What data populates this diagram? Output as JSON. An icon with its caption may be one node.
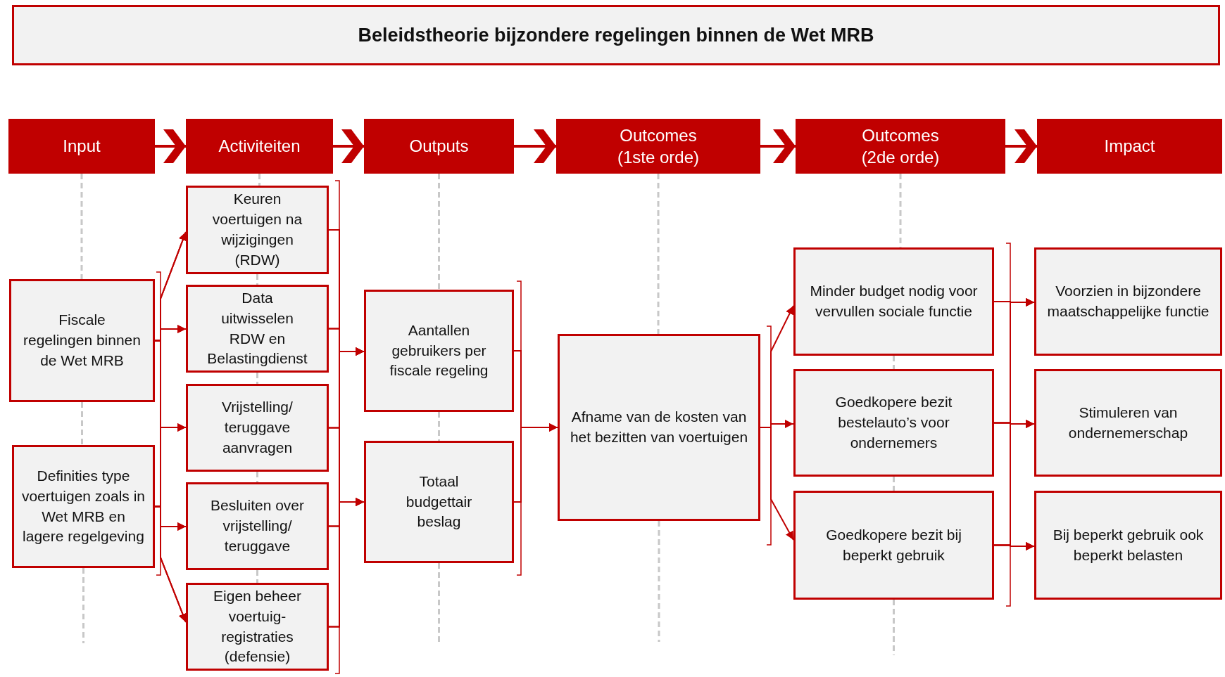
{
  "diagram": {
    "title": "Beleidstheorie bijzondere regelingen binnen de Wet MRB",
    "nodes": [
      {
        "text": [
          "Input"
        ]
      },
      {
        "text": [
          "Activiteiten"
        ]
      },
      {
        "text": [
          "Outputs"
        ]
      },
      {
        "text": [
          "Outcomes (1ste orde)"
        ]
      },
      {
        "text": [
          "Outcomes (2de orde)"
        ]
      },
      {
        "text": [
          "Impact"
        ]
      },
      {
        "text": [
          "Fiscale regelingen binnen de Wet MRB"
        ]
      },
      {
        "text": [
          "Definities type voertuigen zoals in Wet MRB en lagere regelgeving"
        ]
      },
      {
        "text": [
          "Keuren voertuigen na wijzigingen (RDW)"
        ]
      },
      {
        "text": [
          "Data uitwisselen RDW en Belastingdienst"
        ]
      },
      {
        "text": [
          "Vrijstelling/ teruggave aanvragen"
        ]
      },
      {
        "text": [
          "Besluiten over vrijstelling/ teruggave"
        ]
      },
      {
        "text": [
          "Eigen beheer voertuig-registraties (defensie)"
        ]
      },
      {
        "text": [
          "Aantallen gebruikers per fiscale regeling"
        ]
      },
      {
        "text": [
          "Totaal budgettair beslag"
        ]
      },
      {
        "text": [
          "Afname van de kosten van het bezitten van voertuigen"
        ]
      },
      {
        "text": [
          "Minder budget nodig voor vervullen sociale functie"
        ]
      },
      {
        "text": [
          "Goedkopere bezit bestelauto’s voor ondernemers"
        ]
      },
      {
        "text": [
          "Goedkopere bezit bij beperkt gebruik"
        ]
      },
      {
        "text": [
          "Voorzien in bijzondere maatschappelijke functie"
        ]
      },
      {
        "text": [
          "Stimuleren van ondernemerschap"
        ]
      },
      {
        "text": [
          "Bij beperkt gebruik ook beperkt belasten"
        ]
      }
    ],
    "edges": [
      {
        "from": 0,
        "to": 1,
        "arrow": "to"
      },
      {
        "from": 1,
        "to": 2,
        "arrow": "to"
      },
      {
        "from": 2,
        "to": 3,
        "arrow": "to"
      },
      {
        "from": 3,
        "to": 4,
        "arrow": "to"
      },
      {
        "from": 4,
        "to": 5,
        "arrow": "to"
      },
      {
        "from": 6,
        "to": 8,
        "arrow": "to"
      },
      {
        "from": 6,
        "to": 9,
        "arrow": "to"
      },
      {
        "from": 6,
        "to": 10,
        "arrow": "to"
      },
      {
        "from": 6,
        "to": 11,
        "arrow": "to"
      },
      {
        "from": 6,
        "to": 12,
        "arrow": "to"
      },
      {
        "from": 7,
        "to": 8,
        "arrow": "to"
      },
      {
        "from": 7,
        "to": 9,
        "arrow": "to"
      },
      {
        "from": 7,
        "to": 10,
        "arrow": "to"
      },
      {
        "from": 7,
        "to": 11,
        "arrow": "to"
      },
      {
        "from": 7,
        "to": 12,
        "arrow": "to"
      },
      {
        "from": 8,
        "to": 13,
        "arrow": "to"
      },
      {
        "from": 8,
        "to": 14,
        "arrow": "to"
      },
      {
        "from": 9,
        "to": 13,
        "arrow": "to"
      },
      {
        "from": 9,
        "to": 14,
        "arrow": "to"
      },
      {
        "from": 10,
        "to": 13,
        "arrow": "to"
      },
      {
        "from": 10,
        "to": 14,
        "arrow": "to"
      },
      {
        "from": 11,
        "to": 13,
        "arrow": "to"
      },
      {
        "from": 11,
        "to": 14,
        "arrow": "to"
      },
      {
        "from": 12,
        "to": 13,
        "arrow": "to"
      },
      {
        "from": 12,
        "to": 14,
        "arrow": "to"
      },
      {
        "from": 13,
        "to": 15,
        "arrow": "to"
      },
      {
        "from": 14,
        "to": 15,
        "arrow": "to"
      },
      {
        "from": 15,
        "to": 16,
        "arrow": "to"
      },
      {
        "from": 15,
        "to": 17,
        "arrow": "to"
      },
      {
        "from": 15,
        "to": 18,
        "arrow": "to"
      },
      {
        "from": 16,
        "to": 19,
        "arrow": "to"
      },
      {
        "from": 16,
        "to": 20,
        "arrow": "to"
      },
      {
        "from": 16,
        "to": 21,
        "arrow": "to"
      },
      {
        "from": 17,
        "to": 19,
        "arrow": "to"
      },
      {
        "from": 17,
        "to": 20,
        "arrow": "to"
      },
      {
        "from": 17,
        "to": 21,
        "arrow": "to"
      },
      {
        "from": 18,
        "to": 19,
        "arrow": "to"
      },
      {
        "from": 18,
        "to": 20,
        "arrow": "to"
      },
      {
        "from": 18,
        "to": 21,
        "arrow": "to"
      },
      {
        "from": 0,
        "to": 6,
        "arrow": "none",
        "style": "dashed",
        "color": "#c8c8c8"
      },
      {
        "from": 6,
        "to": 7,
        "arrow": "none",
        "style": "dashed",
        "color": "#c8c8c8"
      },
      {
        "from": 7,
        "to": null,
        "arrow": "none",
        "style": "dashed",
        "color": "#c8c8c8"
      },
      {
        "from": 1,
        "to": 8,
        "arrow": "none",
        "style": "dashed",
        "color": "#c8c8c8"
      },
      {
        "from": 8,
        "to": 9,
        "arrow": "none",
        "style": "dashed",
        "color": "#c8c8c8"
      },
      {
        "from": 9,
        "to": 10,
        "arrow": "none",
        "style": "dashed",
        "color": "#c8c8c8"
      },
      {
        "from": 10,
        "to": 11,
        "arrow": "none",
        "style": "dashed",
        "color": "#c8c8c8"
      },
      {
        "from": 11,
        "to": 12,
        "arrow": "none",
        "style": "dashed",
        "color": "#c8c8c8"
      },
      {
        "from": 2,
        "to": 13,
        "arrow": "none",
        "style": "dashed",
        "color": "#c8c8c8"
      },
      {
        "from": 13,
        "to": 14,
        "arrow": "none",
        "style": "dashed",
        "color": "#c8c8c8"
      },
      {
        "from": 14,
        "to": null,
        "arrow": "none",
        "style": "dashed",
        "color": "#c8c8c8"
      },
      {
        "from": 3,
        "to": 15,
        "arrow": "none",
        "style": "dashed",
        "color": "#c8c8c8"
      },
      {
        "from": 15,
        "to": null,
        "arrow": "none",
        "style": "dashed",
        "color": "#c8c8c8"
      },
      {
        "from": 4,
        "to": 16,
        "arrow": "none",
        "style": "dashed",
        "color": "#c8c8c8"
      },
      {
        "from": 16,
        "to": 17,
        "arrow": "none",
        "style": "dashed",
        "color": "#c8c8c8"
      },
      {
        "from": 17,
        "to": 18,
        "arrow": "none",
        "style": "dashed",
        "color": "#c8c8c8"
      },
      {
        "from": 18,
        "to": null,
        "arrow": "none",
        "style": "dashed",
        "color": "#c8c8c8"
      }
    ]
  }
}
